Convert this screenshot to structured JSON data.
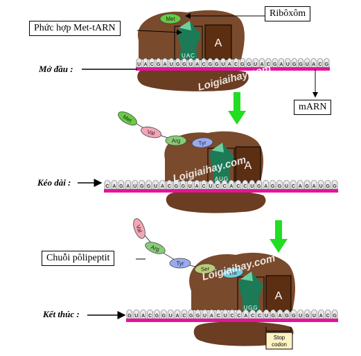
{
  "labels": {
    "ribosome": "Ribôxôm",
    "met_trna_complex": "Phức hợp Met-tARN",
    "mrna": "mARN",
    "polypeptide_chain": "Chuỗi pôlipeptit"
  },
  "stages": {
    "initiation": "Mở đầu :",
    "elongation": "Kéo dài :",
    "termination": "Kết thúc :"
  },
  "amino_acids": {
    "stage1": [
      "Met"
    ],
    "stage2": [
      "Met",
      "Val",
      "Arg",
      "Tyr"
    ],
    "stage3": [
      "Val",
      "Arg",
      "Tyr",
      "Ser",
      "Thr"
    ]
  },
  "site_labels": {
    "a_site": "A"
  },
  "anticodons": {
    "stage1": "UAC",
    "stage2": "AUG",
    "stage3": "UGG"
  },
  "stop_codon_label": [
    "Stop",
    "codon"
  ],
  "mrna_sequences": {
    "stage1": "UACGAUGGUACGGUACGG",
    "stage2": "CAGAUGGUACGGUACUCCACCUGAGGU",
    "stage3": "GUACGGUACGGUACUCCACCUGAGGU"
  },
  "watermark": "Loigiaihay.com",
  "colors": {
    "ribosome": "#7a4a2c",
    "ribosome_dark": "#5a3119",
    "p_site": "#5c2e12",
    "trna": "#1c7a57",
    "mrna_backbone": "#e5149a",
    "arrow_green": "#22dd22",
    "met": "#66cc44",
    "val": "#f4a6b6",
    "arg": "#88cc77",
    "tyr": "#99aaee",
    "ser": "#bbcc77",
    "thr": "#77ccdd"
  }
}
